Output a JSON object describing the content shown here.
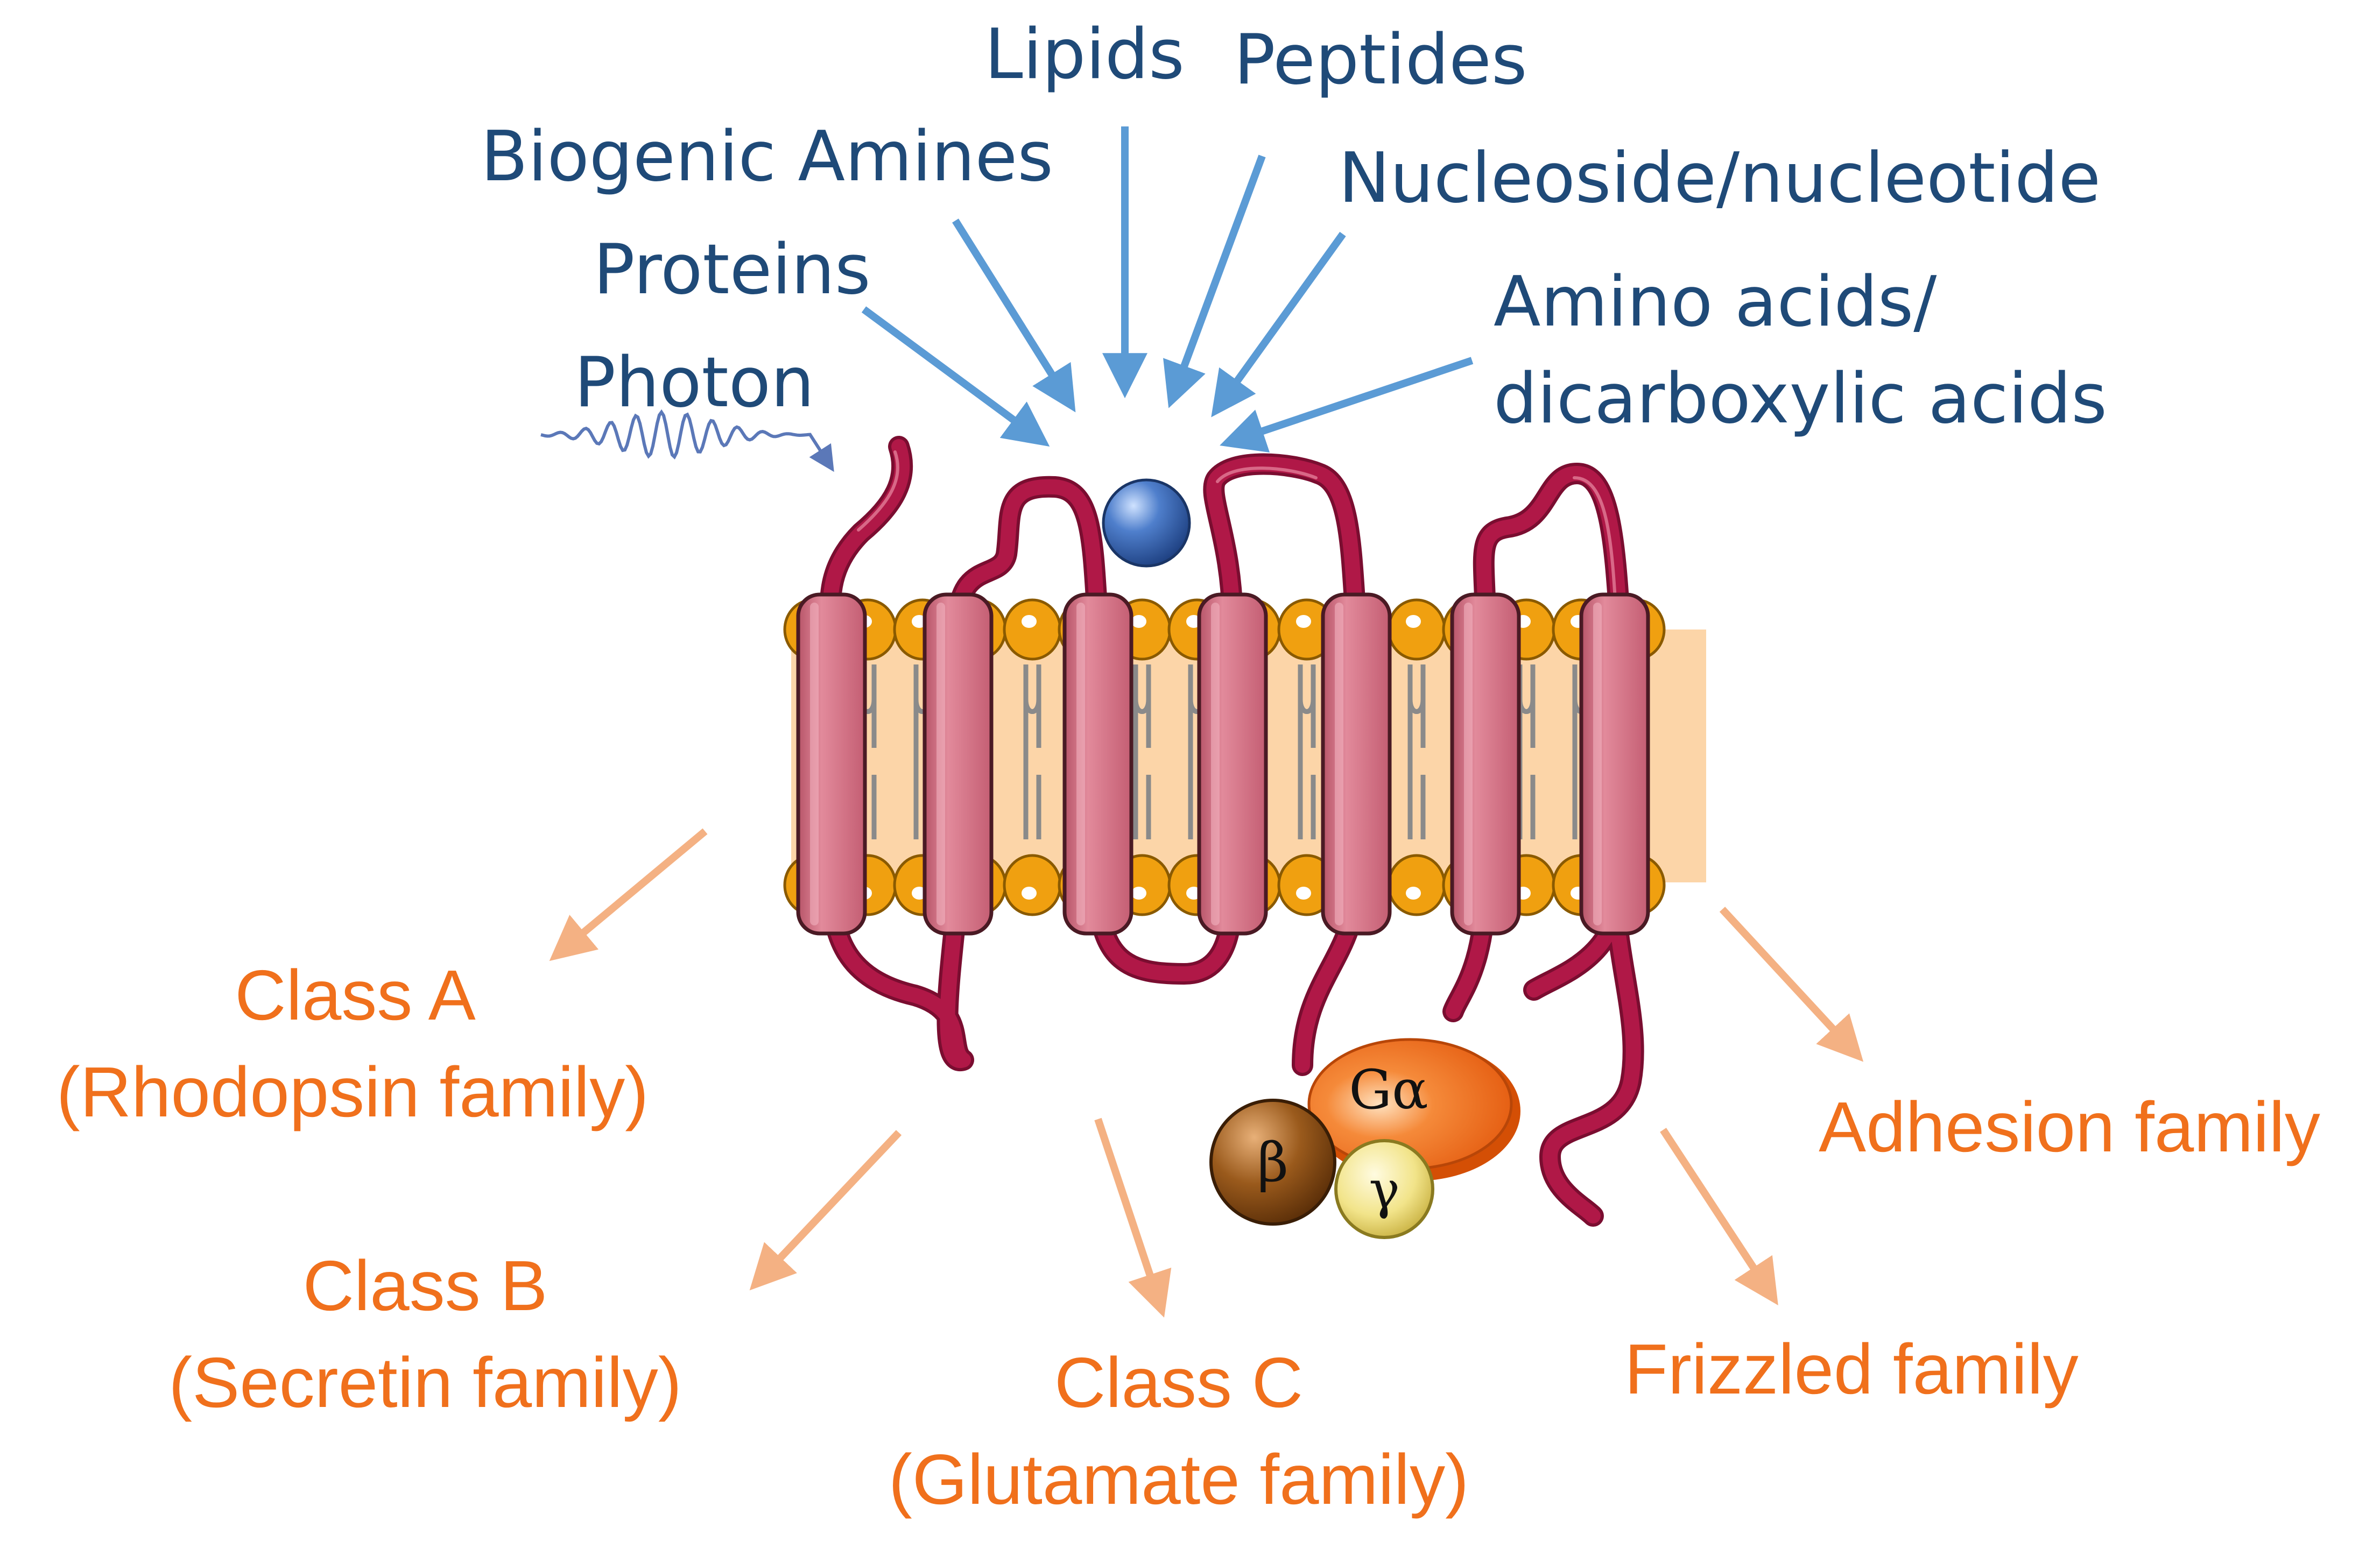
{
  "ligands": {
    "lipids": "Lipids",
    "peptides": "Peptides",
    "biogenic_amines": "Biogenic Amines",
    "nucleoside": "Nucleoside/nucleotide",
    "proteins": "Proteins",
    "amino_acids_line1": "Amino acids/",
    "amino_acids_line2": "dicarboxylic acids",
    "photon": "Photon"
  },
  "classes": {
    "class_a_line1": "Class A",
    "class_a_line2": "(Rhodopsin family)",
    "class_b_line1": "Class B",
    "class_b_line2": "(Secretin family)",
    "class_c_line1": "Class C",
    "class_c_line2": "(Glutamate family)",
    "adhesion": "Adhesion family",
    "frizzled": "Frizzled family"
  },
  "g_protein": {
    "alpha": "Gα",
    "beta": "β",
    "gamma": "γ"
  },
  "colors": {
    "ligand_text": "#1f4a78",
    "ligand_arrow": "#5b9bd5",
    "class_text": "#f0701c",
    "class_arrow": "#f4b183",
    "helix": "#d36f82",
    "loop": "#a3113f",
    "membrane": "#fcd5a8",
    "lipid_head": "#f0a010"
  }
}
